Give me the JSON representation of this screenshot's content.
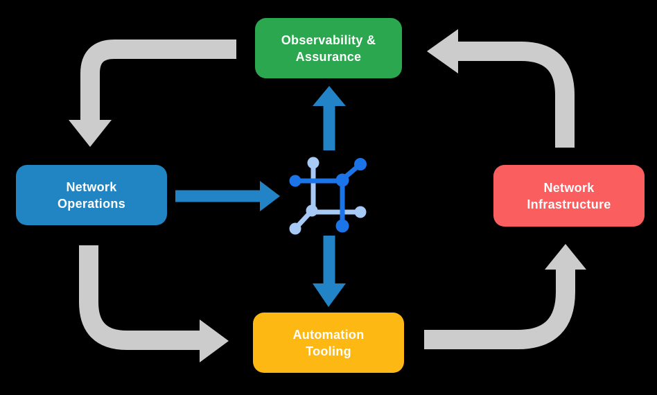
{
  "page": {
    "background": "#000000"
  },
  "colors": {
    "observability_green": "#2BA84F",
    "operations_blue": "#2185C4",
    "infrastructure_red": "#FA5E5E",
    "tooling_yellow": "#FDB813",
    "gray_arrow": "#CCCCCC",
    "blue_arrow": "#2283C6",
    "icon_dark_blue": "#1B74E8",
    "icon_light_blue": "#A7C9F5",
    "label_text": "#FFFFFF"
  },
  "nodes": {
    "observability": {
      "line1": "Observability &",
      "line2": "Assurance"
    },
    "operations": {
      "line1": "Network",
      "line2": "Operations"
    },
    "infrastructure": {
      "line1": "Network",
      "line2": "Infrastructure"
    },
    "tooling": {
      "line1": "Automation",
      "line2": "Tooling"
    }
  },
  "icons": {
    "center": "network-automation-icon"
  }
}
